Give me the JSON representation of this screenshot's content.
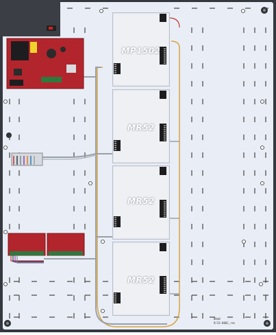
{
  "diagram": {
    "boards": [
      {
        "label": "MP1502"
      },
      {
        "label": "MR52"
      },
      {
        "label": "MR52"
      },
      {
        "label": "MR52"
      }
    ],
    "notes": {
      "line1": "8Ho0",
      "line2": "9/33-0001_rev"
    },
    "colors": {
      "panel": "#e9edf6",
      "frame": "#35393f",
      "board": "#eef0f4",
      "pcb": "#b3252d",
      "cable": "#9aa0a8",
      "cable_accent": "#d9a441"
    }
  }
}
